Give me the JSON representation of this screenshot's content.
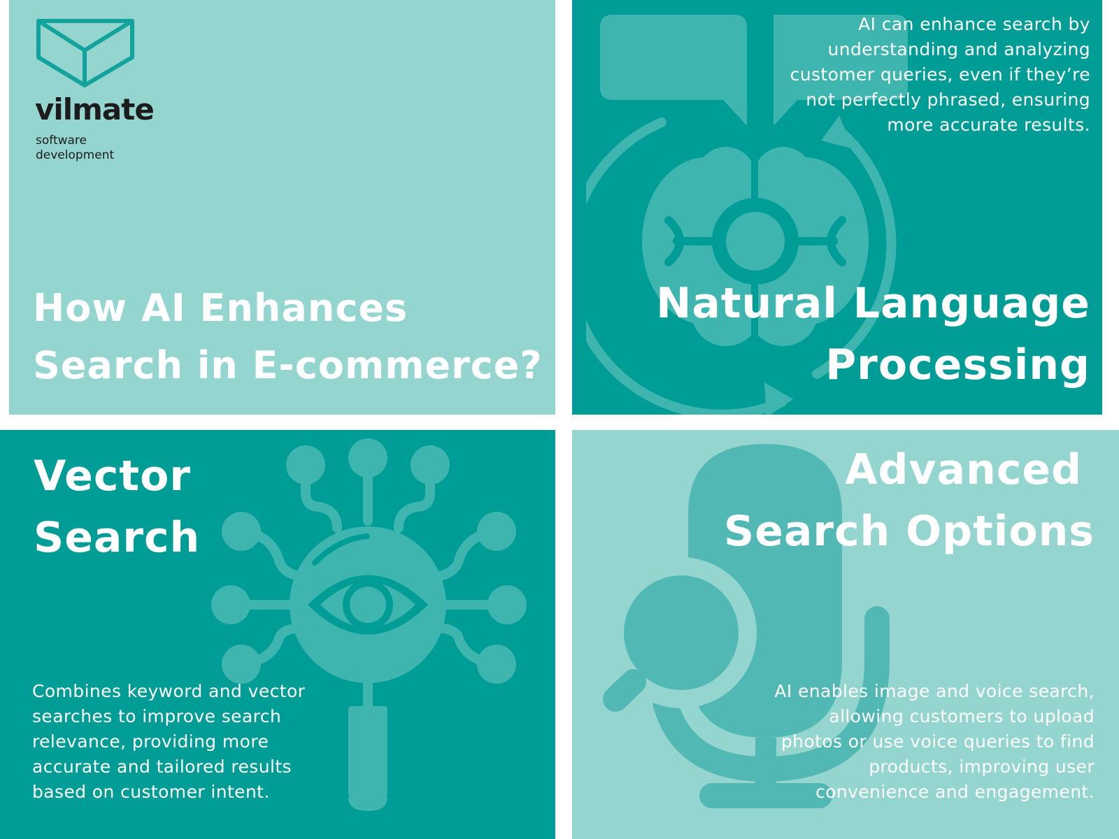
{
  "logo": {
    "name": "vilmate",
    "tagline_line1": "software",
    "tagline_line2": "development"
  },
  "intro": {
    "title_lines": [
      "How AI Enhances",
      "Search in E-commerce?"
    ]
  },
  "nlp": {
    "title_lines": [
      "Natural Language",
      "Processing"
    ],
    "description_lines": [
      "AI can enhance search by",
      "understanding and analyzing",
      "customer queries, even if they’re",
      "not perfectly phrased, ensuring",
      "more accurate results."
    ],
    "icon": "brain-cycle-icon"
  },
  "vector": {
    "title_lines": [
      "Vector",
      "Search"
    ],
    "description_lines": [
      "Combines keyword and vector",
      "searches to improve search",
      "relevance, providing more",
      "accurate and tailored results",
      "based on customer intent."
    ],
    "icon": "eye-network-icon"
  },
  "advanced": {
    "title_lines": [
      "Advanced",
      "Search Options"
    ],
    "description_lines": [
      "AI enables image and voice search,",
      "allowing customers to upload",
      "photos or use voice queries to find",
      "products, improving user",
      "convenience and engagement."
    ],
    "icon": "microphone-magnifier-icon"
  },
  "colors": {
    "light_panel": "#95d5d0",
    "dark_panel": "#009c96",
    "icon_on_dark": "#3fb5af",
    "icon_on_light": "#52b8b3",
    "text": "#ffffff",
    "logo_text": "#1c1c1c",
    "logo_mark": "#12a39c"
  }
}
